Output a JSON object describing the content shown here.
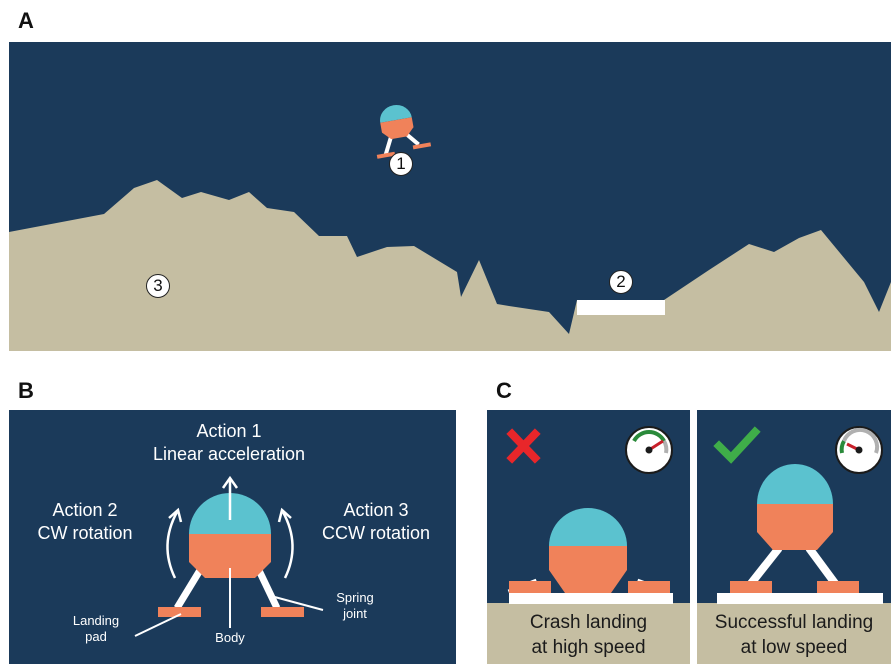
{
  "panels": {
    "a": {
      "letter": "A",
      "markers": [
        "1",
        "2",
        "3"
      ]
    },
    "b": {
      "letter": "B",
      "action1": {
        "title": "Action 1",
        "desc": "Linear acceleration"
      },
      "action2": {
        "title": "Action 2",
        "desc": "CW rotation"
      },
      "action3": {
        "title": "Action 3",
        "desc": "CCW rotation"
      },
      "callouts": {
        "landing_pad": [
          "Landing",
          "pad"
        ],
        "body": "Body",
        "spring_joint": [
          "Spring",
          "joint"
        ]
      }
    },
    "c": {
      "letter": "C",
      "crash": {
        "line1": "Crash landing",
        "line2": "at high speed",
        "status_icon": "cross-icon",
        "gauge": "speedometer-icon",
        "gauge_level": "high"
      },
      "success": {
        "line1": "Successful landing",
        "line2": "at low speed",
        "status_icon": "check-icon",
        "gauge": "speedometer-icon",
        "gauge_level": "low"
      }
    }
  },
  "colors": {
    "sky": "#1b3a5a",
    "terrain": "#c5bea2",
    "lander_dome": "#5bc2cf",
    "lander_body": "#f0825a",
    "landing_pad": "#ffffff",
    "cross": "#e8262a",
    "check": "#3fad49",
    "gauge_high": "#2a8a3a",
    "gauge_needle": "#c8202a"
  }
}
